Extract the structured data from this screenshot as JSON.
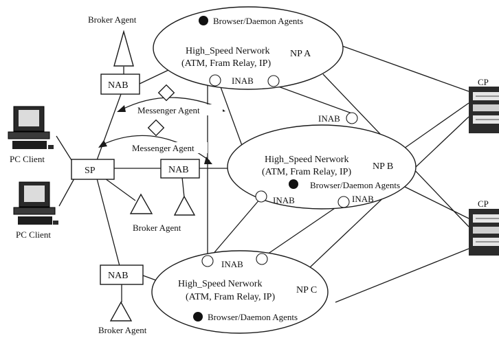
{
  "networks": {
    "np_a": {
      "name": "NP A",
      "title": "High_Speed Nerwork",
      "subtitle": "(ATM, Fram Relay, IP)",
      "agents": "Browser/Daemon Agents",
      "inab": "INAB"
    },
    "np_b": {
      "name": "NP B",
      "title": "High_Speed Nerwork",
      "subtitle": "(ATM, Fram Relay, IP)",
      "agents": "Browser/Daemon Agents",
      "inab_top": "INAB",
      "inab_left": "INAB",
      "inab_right": "INAB"
    },
    "np_c": {
      "name": "NP C",
      "title": "High_Speed Nerwork",
      "subtitle": "(ATM, Fram Relay, IP)",
      "agents": "Browser/Daemon Agents",
      "inab": "INAB"
    }
  },
  "nodes": {
    "nab_top": "NAB",
    "nab_mid": "NAB",
    "nab_bottom": "NAB",
    "sp": "SP",
    "cp_top": "CP",
    "cp_bottom": "CP"
  },
  "agents": {
    "broker_top": "Broker Agent",
    "broker_mid": "Broker Agent",
    "broker_bottom": "Broker Agent",
    "messenger_1": "Messenger Agent",
    "messenger_2": "Messenger Agent"
  },
  "clients": {
    "pc_1": "PC Client",
    "pc_2": "PC Client"
  }
}
